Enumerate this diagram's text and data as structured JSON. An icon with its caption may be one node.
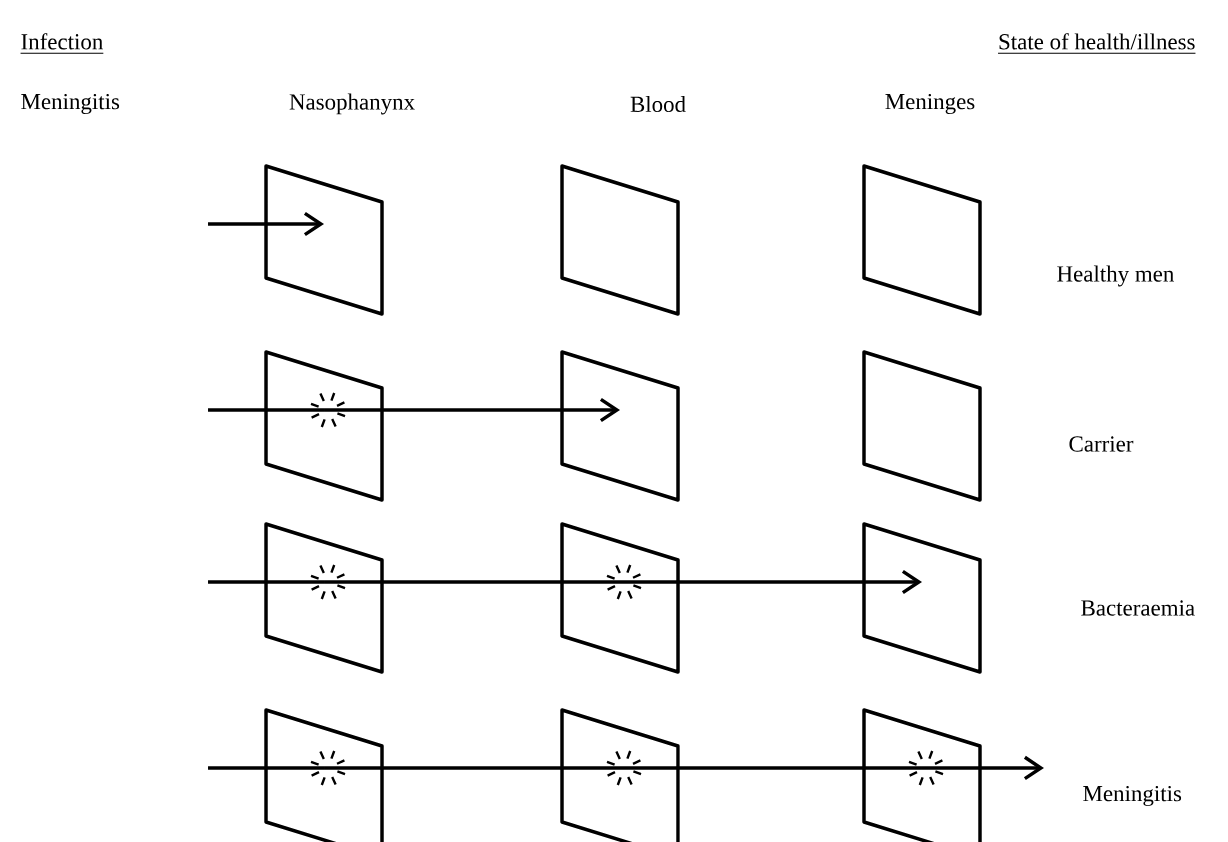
{
  "diagram": {
    "nodes": [
      {
        "text": [],
        "shape": "box"
      },
      {
        "text": [],
        "shape": "box"
      },
      {
        "text": [],
        "shape": "box"
      },
      {
        "text": [],
        "shape": "box"
      },
      {
        "text": [],
        "shape": "box"
      },
      {
        "text": [],
        "shape": "box"
      },
      {
        "text": [],
        "shape": "box"
      },
      {
        "text": [],
        "shape": "box"
      },
      {
        "text": [],
        "shape": "box"
      },
      {
        "text": [],
        "shape": "box"
      },
      {
        "text": [],
        "shape": "box"
      },
      {
        "text": [],
        "shape": "box"
      }
    ],
    "edges": [
      {
        "from": null,
        "to": 0,
        "arrow": "to"
      },
      {
        "from": null,
        "to": 3,
        "arrow": "none"
      },
      {
        "from": 3,
        "to": 4,
        "arrow": "to"
      },
      {
        "from": null,
        "to": 6,
        "arrow": "none"
      },
      {
        "from": 6,
        "to": 7,
        "arrow": "none"
      },
      {
        "from": 7,
        "to": 8,
        "arrow": "to"
      },
      {
        "from": null,
        "to": 9,
        "arrow": "none"
      },
      {
        "from": 9,
        "to": 10,
        "arrow": "none"
      },
      {
        "from": 10,
        "to": 11,
        "arrow": "none"
      },
      {
        "from": 11,
        "to": null,
        "arrow": "to"
      }
    ],
    "labels": [
      "Infection",
      "State of health/illness",
      "Meningitis",
      "Nasophanynx",
      "Blood",
      "Meninges",
      "Healthy men",
      "Carrier",
      "Bacteraemia",
      "Meningitis"
    ]
  }
}
